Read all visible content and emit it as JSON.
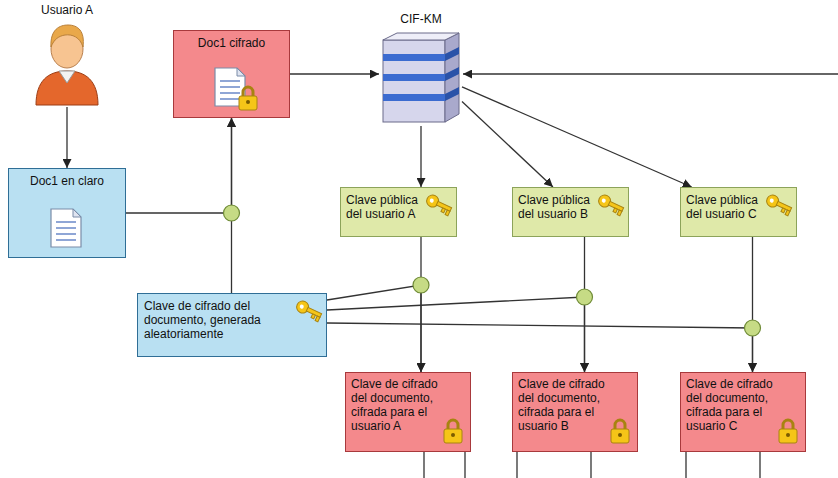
{
  "diagram": {
    "nodes": [
      {
        "text": [
          "Usuario A"
        ]
      },
      {
        "text": [
          "Doc1 cifrado"
        ]
      },
      {
        "text": [
          "CIF-KM"
        ]
      },
      {
        "text": [
          "Doc1 en claro"
        ]
      },
      {
        "text": [
          "Clave pública del usuario A"
        ]
      },
      {
        "text": [
          "Clave pública del usuario B"
        ]
      },
      {
        "text": [
          "Clave pública del usuario C"
        ]
      },
      {
        "text": [
          "Clave de cifrado del documento, generada aleatoriamente"
        ]
      },
      {
        "text": [
          "Clave de cifrado del documento, cifrada para el usuario A"
        ]
      },
      {
        "text": [
          "Clave de cifrado del documento, cifrada para el usuario B"
        ]
      },
      {
        "text": [
          "Clave de cifrado del documento, cifrada para el usuario C"
        ]
      }
    ],
    "edges": [
      {
        "from": 0,
        "to": 3,
        "arrow": "to"
      },
      {
        "from": 3,
        "to": 1,
        "arrow": "to"
      },
      {
        "from": 7,
        "to": 1,
        "arrow": "to"
      },
      {
        "from": 1,
        "to": 2,
        "arrow": "to"
      },
      {
        "from": 2,
        "to": 4,
        "arrow": "to"
      },
      {
        "from": 2,
        "to": 5,
        "arrow": "to"
      },
      {
        "from": 2,
        "to": 6,
        "arrow": "to"
      },
      {
        "from": 4,
        "to": 8,
        "arrow": "to"
      },
      {
        "from": 7,
        "to": 8,
        "arrow": "to"
      },
      {
        "from": 5,
        "to": 9,
        "arrow": "to"
      },
      {
        "from": 7,
        "to": 9,
        "arrow": "to"
      },
      {
        "from": 6,
        "to": 10,
        "arrow": "to"
      },
      {
        "from": 7,
        "to": 10,
        "arrow": "to"
      }
    ]
  }
}
